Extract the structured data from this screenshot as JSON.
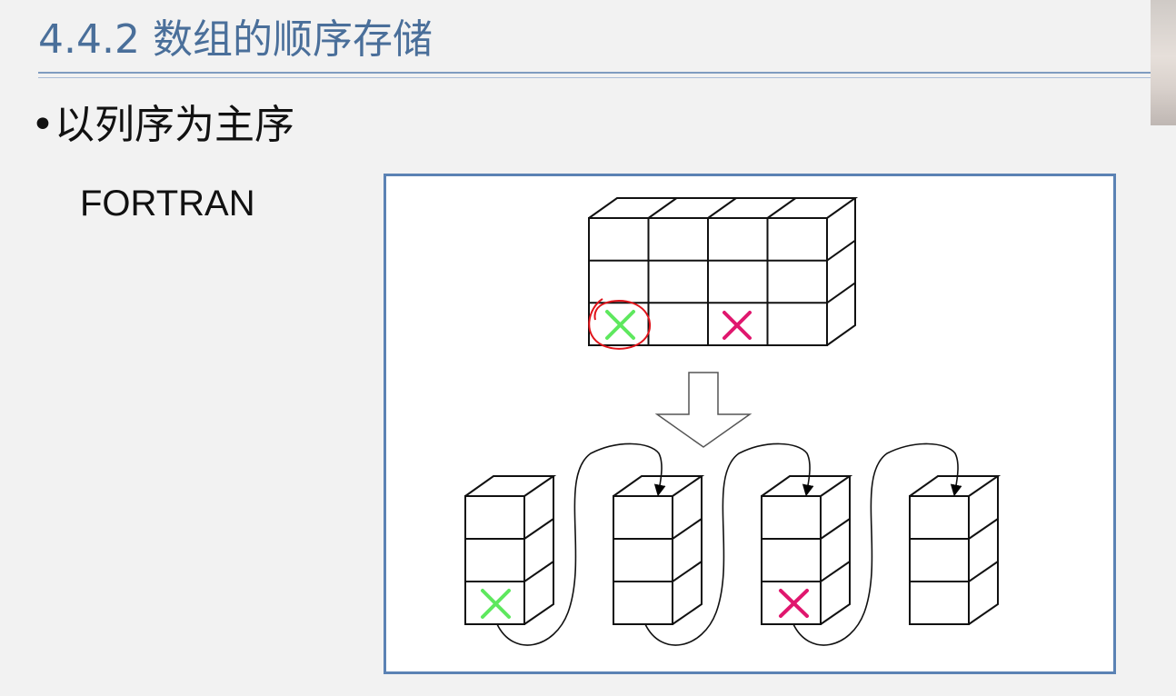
{
  "slide": {
    "title": "4.4.2 数组的顺序存储",
    "bullet": "•以列序为主序",
    "subtext": "FORTRAN"
  },
  "colors": {
    "title": "#4a6f9a",
    "rule": "#7f9cc0",
    "panel_border": "#5b82b4",
    "green_mark": "#5ee85e",
    "red_mark": "#e0176e",
    "circle_annotation": "#e0141b"
  },
  "diagram": {
    "grid_rows": 3,
    "grid_cols": 4,
    "marked_cells": [
      {
        "row": 3,
        "col": 1,
        "mark": "green"
      },
      {
        "row": 3,
        "col": 3,
        "mark": "red"
      }
    ],
    "columns_unrolled": 4,
    "column_marks": [
      {
        "column": 1,
        "cell": 3,
        "mark": "green"
      },
      {
        "column": 3,
        "cell": 3,
        "mark": "red"
      }
    ]
  }
}
